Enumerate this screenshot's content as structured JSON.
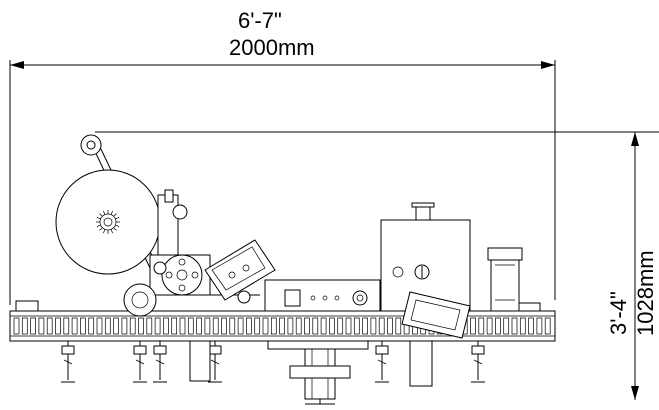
{
  "width_dimension": {
    "imperial": "6'-7\"",
    "metric": "2000mm"
  },
  "height_dimension": {
    "imperial": "3'-4\"",
    "metric": "1028mm"
  },
  "colors": {
    "line": "#000000",
    "background": "#ffffff"
  }
}
